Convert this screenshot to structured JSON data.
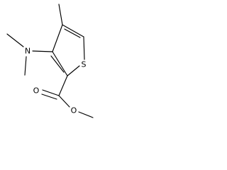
{
  "molecule": {
    "atoms": {
      "sulfur": "S",
      "amine_nitrogen": "N",
      "carbonyl_oxygen": "O",
      "ester_oxygen": "O"
    },
    "colors": {
      "bond": "#000000",
      "label": "#000000",
      "background": "#ffffff"
    }
  }
}
